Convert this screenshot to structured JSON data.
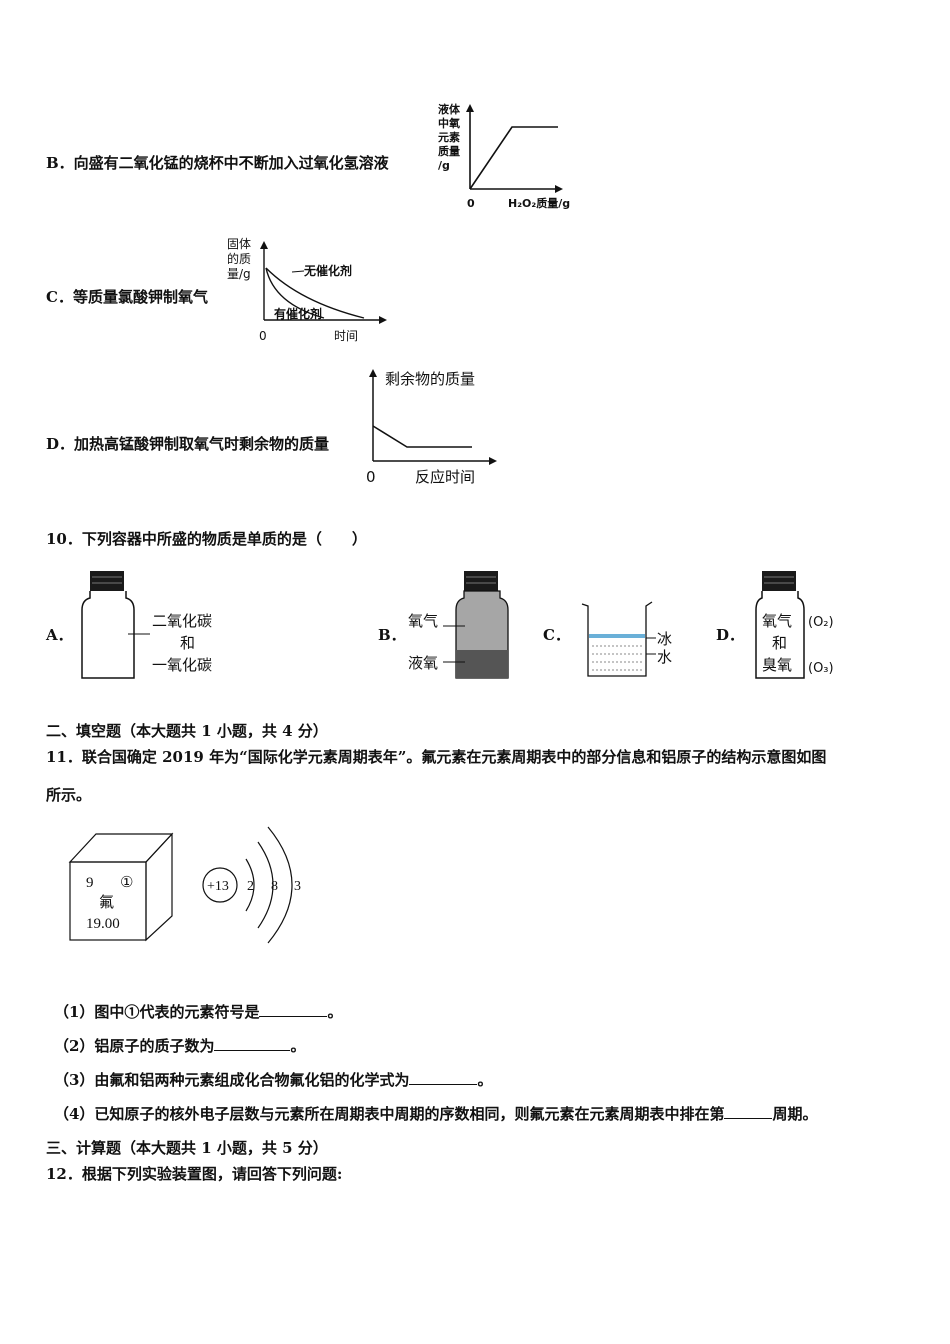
{
  "q9": {
    "b": {
      "text": "B．向盛有二氧化锰的烧杯中不断加入过氧化氢溶液",
      "y_label": [
        "液体",
        "中氧",
        "元素",
        "质量",
        "/g"
      ],
      "origin": "0",
      "x_label": "H₂O₂质量/g"
    },
    "c": {
      "text": "C．等质量氯酸钾制氧气",
      "y_label": [
        "固体",
        "的质",
        "量/g"
      ],
      "curve1": "无催化剂",
      "curve2": "有催化剂",
      "origin": "0",
      "x_label": "时间"
    },
    "d": {
      "text": "D．加热高锰酸钾制取氧气时剩余物的质量",
      "y_label": "剩余物的质量",
      "origin": "0",
      "x_label": "反应时间"
    }
  },
  "q10": {
    "stem": "10．下列容器中所盛的物质是单质的是（　　）",
    "a": {
      "letter": "A．",
      "labels": [
        "二氧化碳",
        "和",
        "一氧化碳"
      ]
    },
    "b": {
      "letter": "B．",
      "top": "氧气",
      "bottom": "液氧"
    },
    "c": {
      "letter": "C．",
      "top": "冰",
      "bottom": "水"
    },
    "d": {
      "letter": "D．",
      "l1": "氧气",
      "l2": "和",
      "l3": "臭氧",
      "f1": "(O₂)",
      "f2": "(O₃)"
    }
  },
  "section2": "二、填空题（本大题共 1 小题，共 4 分）",
  "q11": {
    "stem1": "11．联合国确定 2019 年为“国际化学元素周期表年”。氟元素在元素周期表中的部分信息和铝原子的结构示意图如图",
    "stem2": "所示。",
    "cell": {
      "number": "9",
      "symbol": "①",
      "name": "氟",
      "mass": "19.00"
    },
    "atom": {
      "nucleus": "+13",
      "shells": [
        "2",
        "8",
        "3"
      ]
    },
    "s1": {
      "pre": "（1）图中①代表的元素符号是",
      "post": "。"
    },
    "s2": {
      "pre": "（2）铝原子的质子数为",
      "post": "。"
    },
    "s3": {
      "pre": "（3）由氟和铝两种元素组成化合物氟化铝的化学式为",
      "post": "。"
    },
    "s4": {
      "pre": "（4）已知原子的核外电子层数与元素所在周期表中周期的序数相同，则氟元素在元素周期表中排在第",
      "post": "周期。"
    }
  },
  "section3": "三、计算题（本大题共 1 小题，共 5 分）",
  "q12": {
    "stem": "12．根据下列实验装置图，请回答下列问题:"
  }
}
